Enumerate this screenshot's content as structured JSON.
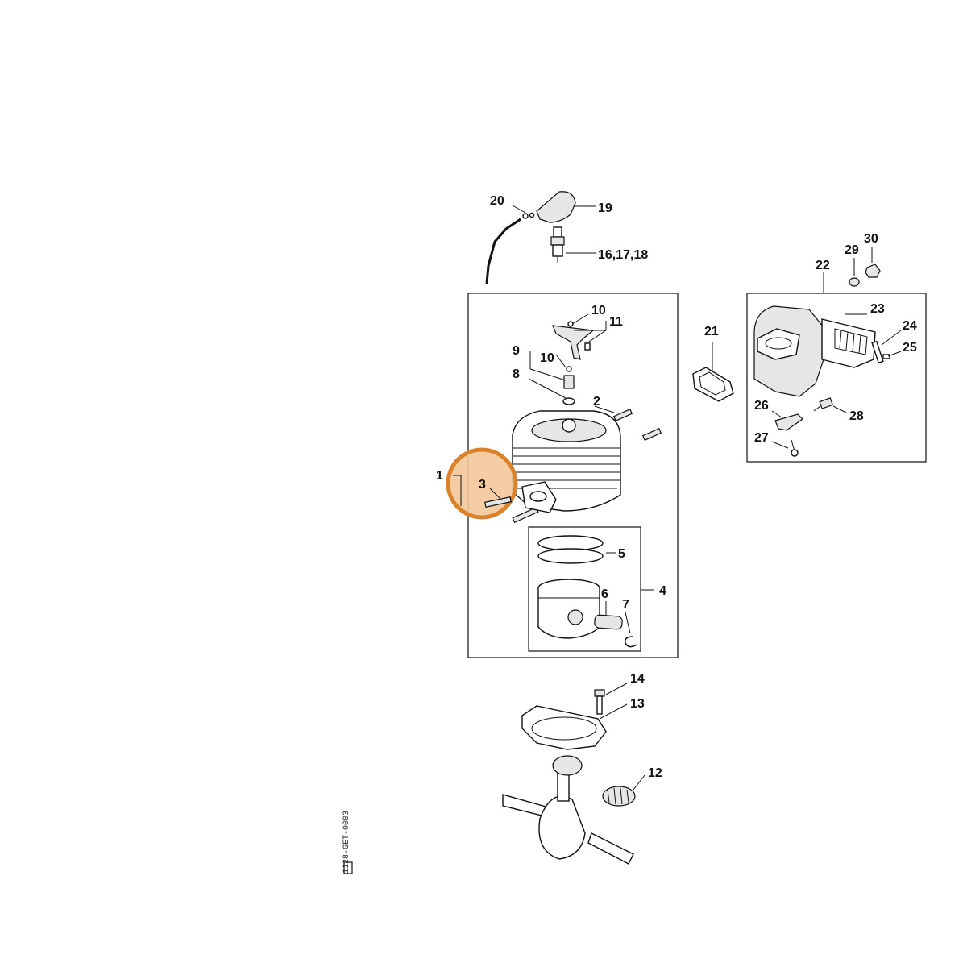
{
  "diagram": {
    "callouts": {
      "c1": "1",
      "c2": "2",
      "c3": "3",
      "c4": "4",
      "c5": "5",
      "c6": "6",
      "c7": "7",
      "c8": "8",
      "c9": "9",
      "c10a": "10",
      "c10b": "10",
      "c11": "11",
      "c12": "12",
      "c13": "13",
      "c14": "14",
      "c16_18": "16,17,18",
      "c19": "19",
      "c20": "20",
      "c21": "21",
      "c22": "22",
      "c23": "23",
      "c24": "24",
      "c25": "25",
      "c26": "26",
      "c27": "27",
      "c28": "28",
      "c29": "29",
      "c30": "30"
    },
    "drawing_code": "1128-GET-0003",
    "highlight": {
      "color": "#d9822b",
      "fill": "#f3c89a",
      "part": "3"
    }
  }
}
